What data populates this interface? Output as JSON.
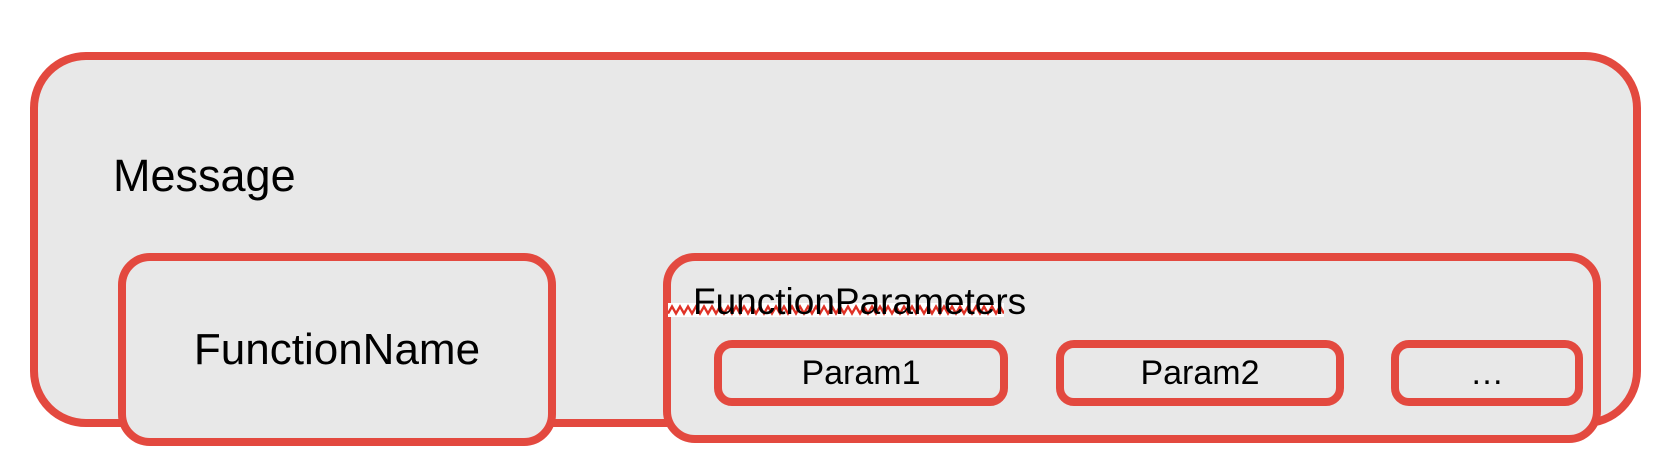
{
  "diagram": {
    "message_label": "Message",
    "function_name_label": "FunctionName",
    "function_parameters_label": "FunctionParameters",
    "params": [
      {
        "label": "Param1"
      },
      {
        "label": "Param2"
      },
      {
        "label": "…"
      }
    ],
    "colors": {
      "box_border_red": "#e3493f",
      "box_fill_gray": "#e8e8e8",
      "squiggle_red": "#e03226",
      "squiggle_backing": "#ffffff",
      "text": "#000000",
      "page_background": "#ffffff"
    }
  }
}
